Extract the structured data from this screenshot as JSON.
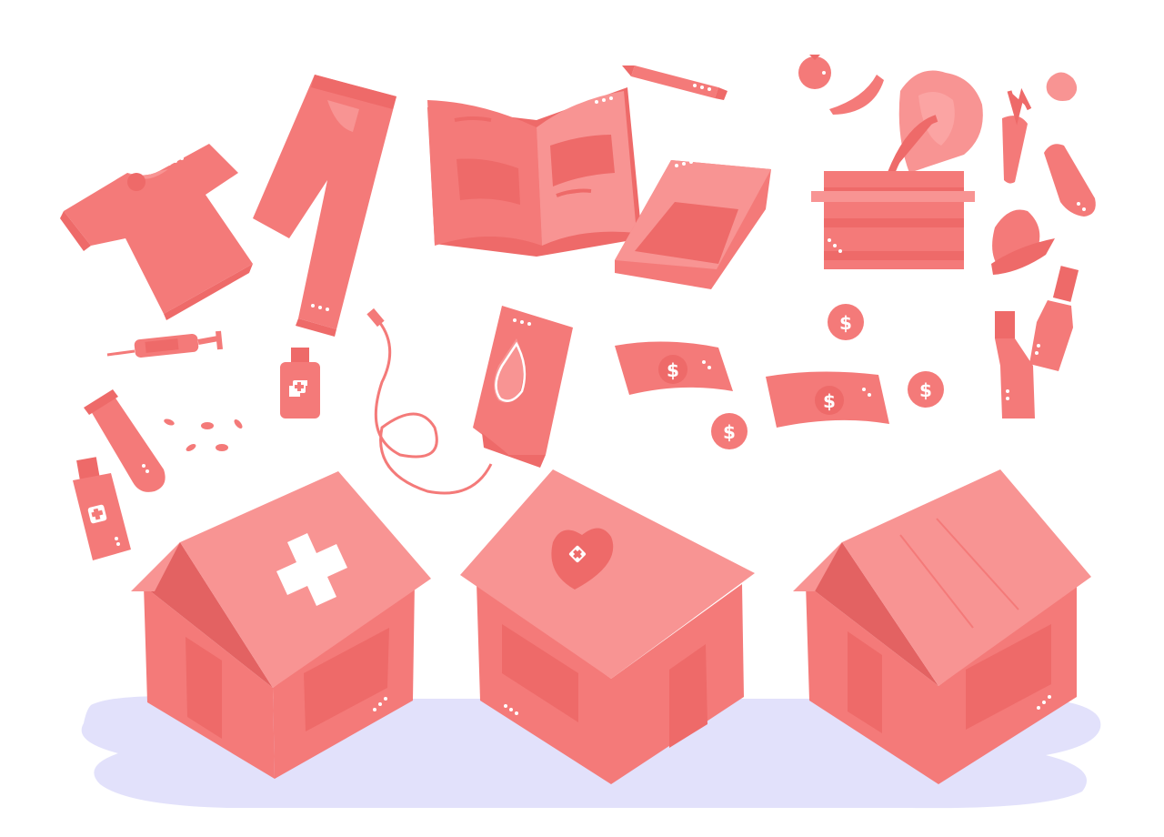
{
  "palette": {
    "primary": "#f47a79",
    "light": "#f89493",
    "lighter": "#fba4a3",
    "dark": "#ee6a69",
    "darker": "#e36262",
    "shadow": "#e2e1fb",
    "white": "#ffffff"
  },
  "scene": {
    "boxes": [
      {
        "emblem": "medical-cross"
      },
      {
        "emblem": "heart-cross"
      },
      {
        "emblem": "none"
      }
    ],
    "money_symbol": "$"
  }
}
